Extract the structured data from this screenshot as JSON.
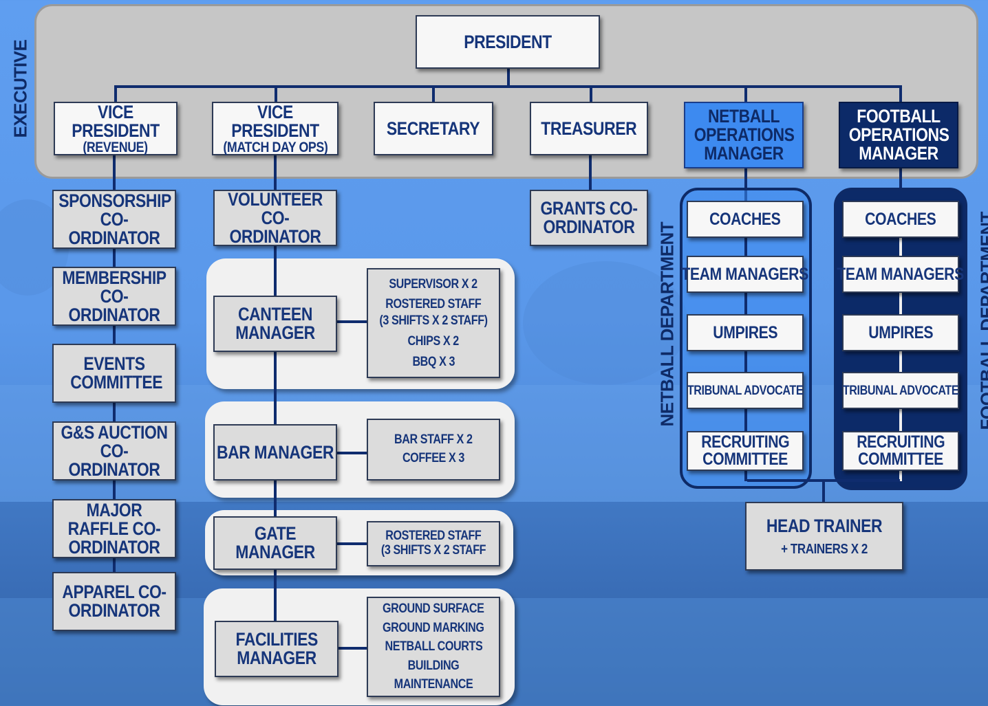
{
  "side_labels": {
    "executive": "EXECUTIVE",
    "netball_department": "NETBALL DEPARTMENT",
    "football_department": "FOOTBALL DEPARTMENT"
  },
  "executive": {
    "president": "PRESIDENT",
    "vp_revenue_title": "VICE PRESIDENT",
    "vp_revenue_sub": "(REVENUE)",
    "vp_matchday_title": "VICE PRESIDENT",
    "vp_matchday_sub": "(MATCH DAY OPS)",
    "secretary": "SECRETARY",
    "treasurer": "TREASURER",
    "netball_ops_manager": "NETBALL OPERATIONS MANAGER",
    "football_ops_manager": "FOOTBALL OPERATIONS MANAGER"
  },
  "revenue_column": [
    "SPONSORSHIP CO-ORDINATOR",
    "MEMBERSHIP CO-ORDINATOR",
    "EVENTS COMMITTEE",
    "G&S AUCTION CO-ORDINATOR",
    "MAJOR RAFFLE CO-ORDINATOR",
    "APPAREL CO-ORDINATOR"
  ],
  "match_day_column": {
    "volunteer_coordinator": "VOLUNTEER CO-ORDINATOR",
    "canteen_manager": "CANTEEN MANAGER",
    "canteen_staff": [
      "SUPERVISOR X 2",
      "ROSTERED STAFF",
      "(3  SHIFTS X 2 STAFF)",
      "CHIPS X 2",
      "BBQ X 3"
    ],
    "bar_manager": "BAR MANAGER",
    "bar_staff": [
      "BAR STAFF X 2",
      "COFFEE X 3"
    ],
    "gate_manager": "GATE MANAGER",
    "gate_staff": [
      "ROSTERED STAFF",
      "(3  SHIFTS X 2 STAFF"
    ],
    "facilities_manager": "FACILITIES MANAGER",
    "facilities_staff": [
      "GROUND SURFACE",
      "GROUND MARKING",
      "NETBALL COURTS",
      "BUILDING MAINTENANCE"
    ]
  },
  "treasurer_column": {
    "grants_coordinator": "GRANTS CO-ORDINATOR"
  },
  "netball_department": [
    "COACHES",
    "TEAM MANAGERS",
    "UMPIRES",
    "TRIBUNAL ADVOCATE",
    "RECRUITING COMMITTEE"
  ],
  "football_department": [
    "COACHES",
    "TEAM MANAGERS",
    "UMPIRES",
    "TRIBUNAL ADVOCATE",
    "RECRUITING COMMITTEE"
  ],
  "shared": {
    "head_trainer": "HEAD TRAINER",
    "trainers": "+ TRAINERS X 2"
  },
  "colors": {
    "navy": "#0c2a68",
    "netball_blue": "#3d8af0",
    "background_blue": "#5a98ea",
    "panel_gray": "#c6c6c6"
  }
}
